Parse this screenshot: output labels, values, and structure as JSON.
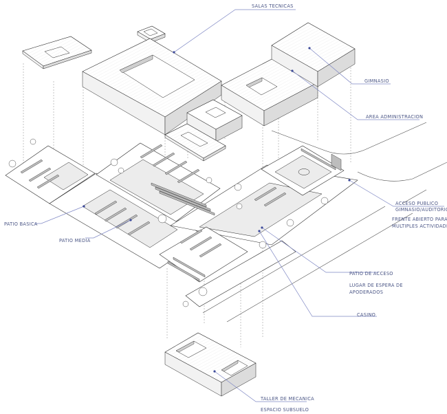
{
  "labels": {
    "salas_tecnicas": "SALAS TECNICAS",
    "gimnasio": "GIMNASIO",
    "area_administracion": "AREA ADMINISTRACION",
    "acceso_publico_1": "ACCESO PUBLICO",
    "acceso_publico_2": "GIMNASIO/AUDITORIO",
    "frente_abierto_1": "FRENTE ABIERTO PARA",
    "frente_abierto_2": "MULTIPLES ACTIVIDADES",
    "patio_basica": "PATIO BASICA",
    "patio_media": "PATIO MEDIA",
    "patio_acceso": "PATIO DE ACCESO",
    "lugar_espera_1": "LUGAR DE ESPERA DE",
    "lugar_espera_2": "APODERADOS",
    "casino": "CASINO",
    "taller_mecanica": "TALLER DE MECANICA",
    "espacio_subsuelo": "ESPACIO SUBSUELO"
  },
  "colors": {
    "label_text": "#4a5585",
    "leader_line": "#7f88c4",
    "dot": "#3d4a9a"
  }
}
